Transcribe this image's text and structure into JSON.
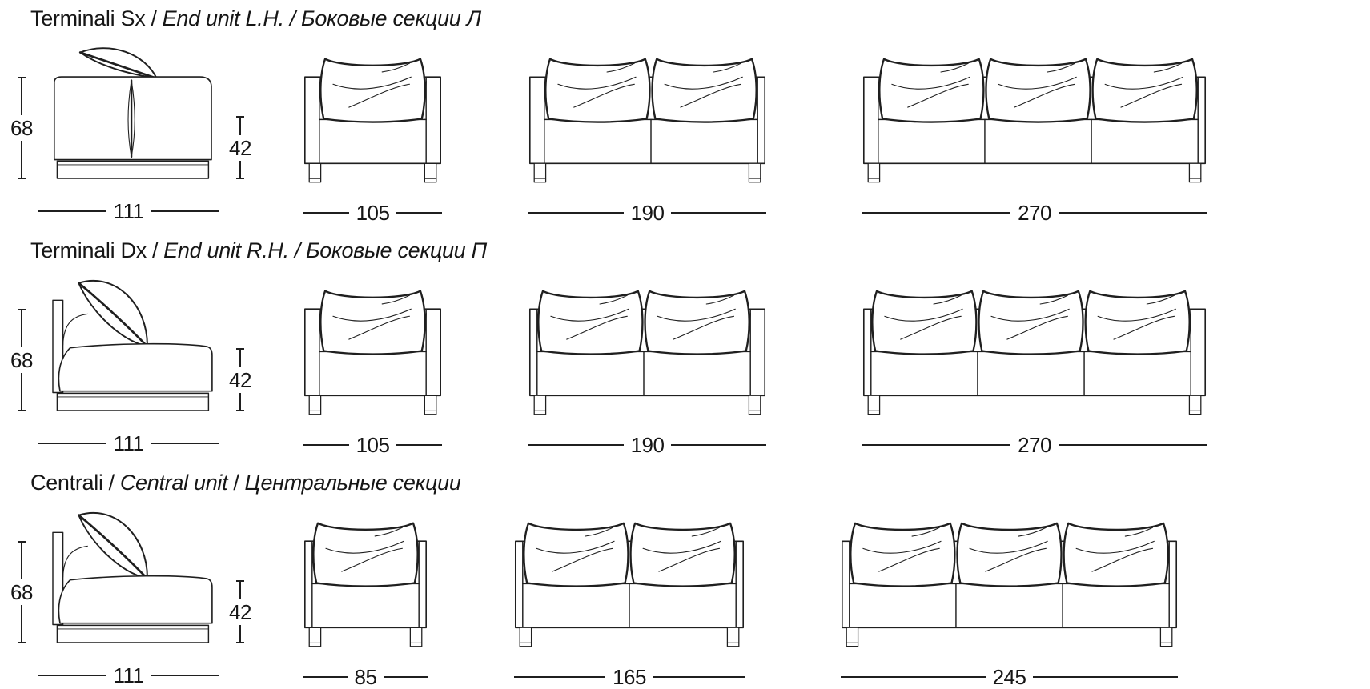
{
  "page": {
    "background": "#ffffff",
    "line_color": "#1f1f1f",
    "text_color": "#161616"
  },
  "sep": "/",
  "sections": [
    {
      "title": {
        "it": "Terminali Sx",
        "en": "End unit L.H.",
        "ru": "Боковые секции Л"
      },
      "units": [
        {
          "type": "side-flat",
          "height": "68",
          "seat_height": "42",
          "width": "111"
        },
        {
          "type": "front",
          "cushions": 1,
          "arms": "both",
          "width": "105"
        },
        {
          "type": "front",
          "cushions": 2,
          "arms": "left",
          "width": "190"
        },
        {
          "type": "front",
          "cushions": 3,
          "arms": "left",
          "width": "270"
        }
      ]
    },
    {
      "title": {
        "it": "Terminali Dx",
        "en": "End unit R.H.",
        "ru": "Боковые секции П"
      },
      "units": [
        {
          "type": "side-curved",
          "height": "68",
          "seat_height": "42",
          "width": "111"
        },
        {
          "type": "front",
          "cushions": 1,
          "arms": "both",
          "width": "105"
        },
        {
          "type": "front",
          "cushions": 2,
          "arms": "right",
          "width": "190"
        },
        {
          "type": "front",
          "cushions": 3,
          "arms": "right",
          "width": "270"
        }
      ]
    },
    {
      "title": {
        "it": "Centrali",
        "en": "Central unit",
        "ru": "Центральные секции"
      },
      "units": [
        {
          "type": "side-curved",
          "height": "68",
          "seat_height": "42",
          "width": "111"
        },
        {
          "type": "front",
          "cushions": 1,
          "arms": "none",
          "width": "85"
        },
        {
          "type": "front",
          "cushions": 2,
          "arms": "none",
          "width": "165"
        },
        {
          "type": "front",
          "cushions": 3,
          "arms": "none",
          "width": "245"
        }
      ]
    }
  ]
}
